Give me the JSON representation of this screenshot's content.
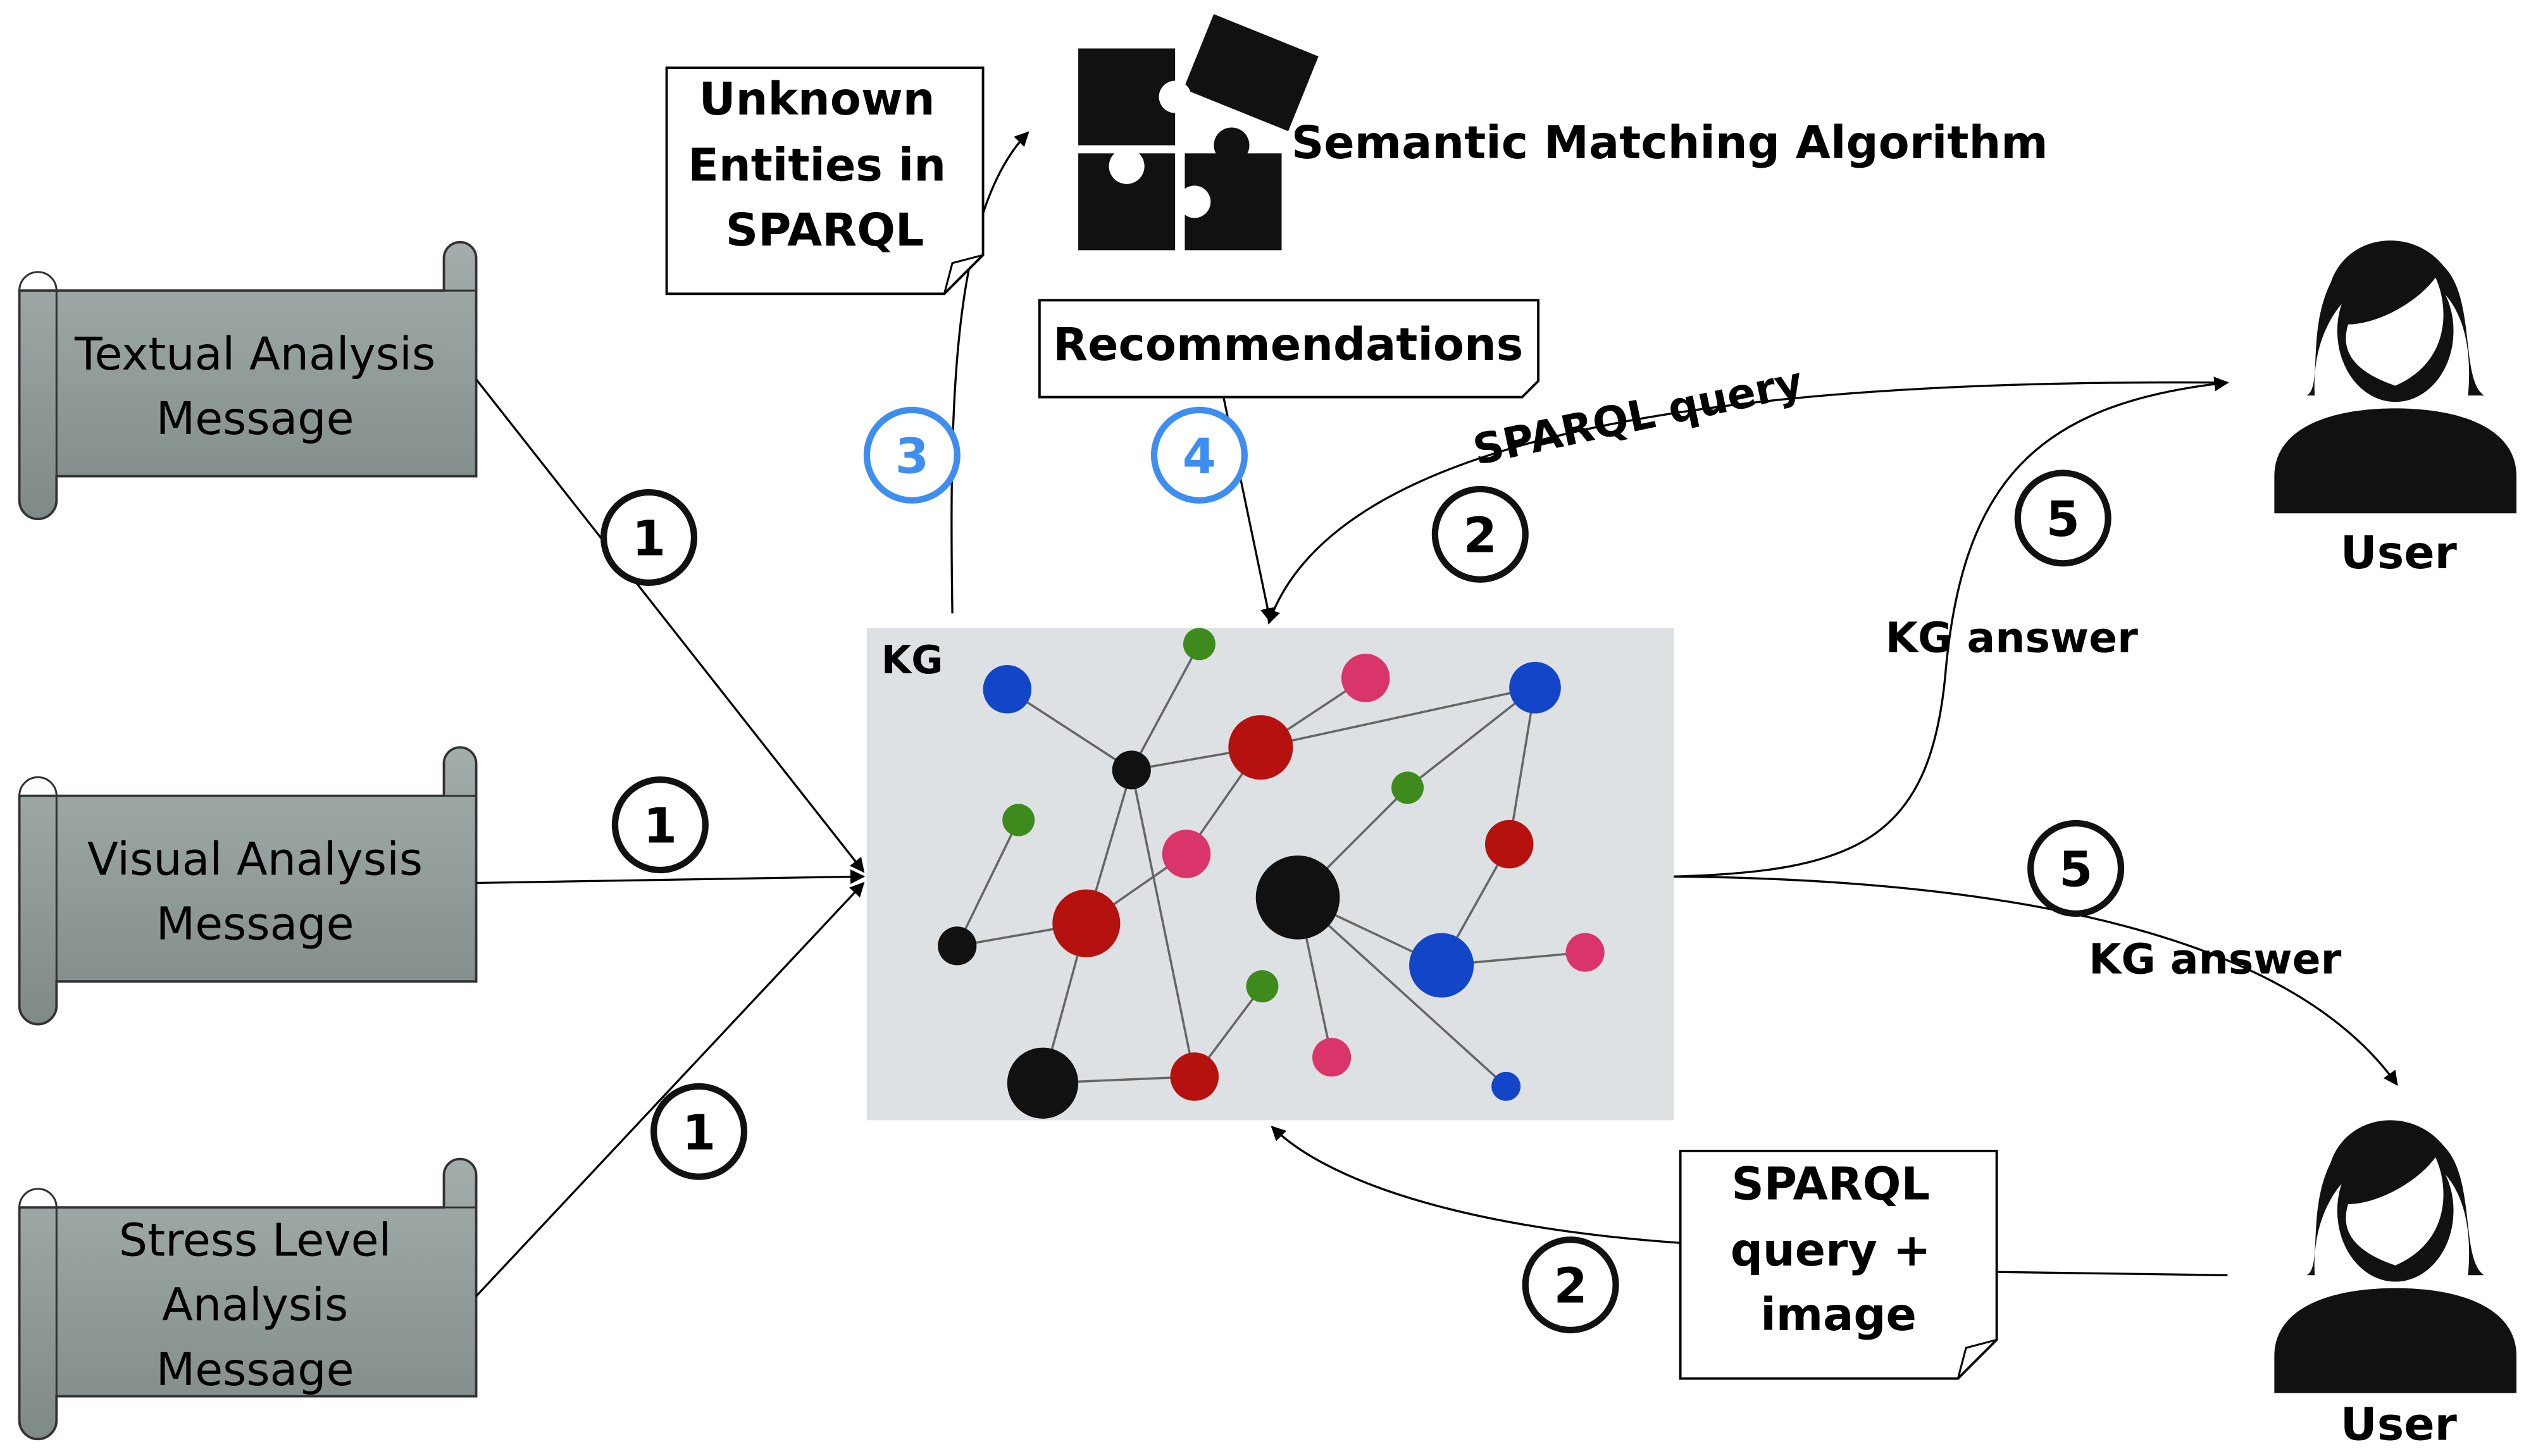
{
  "scrolls": [
    {
      "lines": [
        "Textual Analysis",
        "Message"
      ]
    },
    {
      "lines": [
        "Visual Analysis",
        "Message"
      ]
    },
    {
      "lines": [
        "Stress Level",
        "Analysis",
        "Message"
      ]
    }
  ],
  "notes": {
    "unknown": [
      "Unknown",
      "Entities in",
      "SPARQL"
    ],
    "recommendations": [
      "Recommendations"
    ],
    "sparql_image": [
      "SPARQL",
      "query +",
      "image"
    ]
  },
  "labels": {
    "semantic": "Semantic Matching Algorithm",
    "kg": "KG",
    "sparql_query": "SPARQL query",
    "kg_answer_top": "KG answer",
    "kg_answer_bottom": "KG answer",
    "user_top": "User",
    "user_bottom": "User"
  },
  "steps": {
    "s1a": "1",
    "s1b": "1",
    "s1c": "1",
    "s2a": "2",
    "s2b": "2",
    "s3": "3",
    "s4": "4",
    "s5a": "5",
    "s5b": "5"
  },
  "colors": {
    "scroll": "#8e9896",
    "kg_background": "#dde1e4",
    "step_blue": "#3d8ef0",
    "node_red": "#b5120f",
    "node_blue": "#1345c8",
    "node_pink": "#d9356b",
    "node_green": "#3f8a1c",
    "node_black": "#111111"
  },
  "icons": {
    "puzzle": "puzzle-icon",
    "user": "user-icon"
  }
}
